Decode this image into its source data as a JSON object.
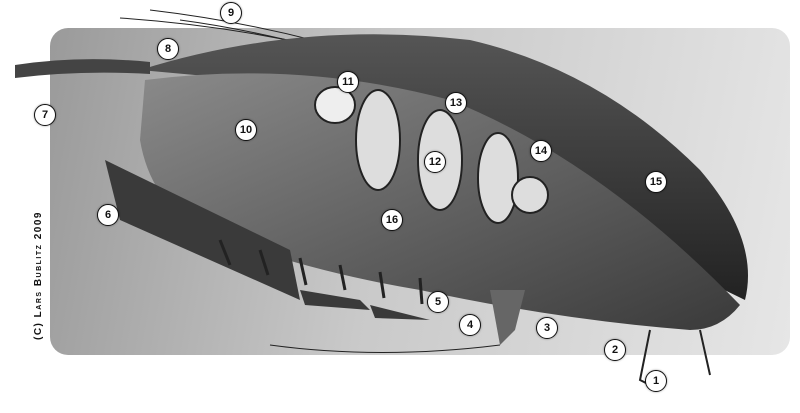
{
  "credit": "(C) Lars Bublitz 2009",
  "callouts": [
    "1",
    "2",
    "3",
    "4",
    "5",
    "6",
    "7",
    "8",
    "9",
    "10",
    "11",
    "12",
    "13",
    "14",
    "15",
    "16"
  ]
}
